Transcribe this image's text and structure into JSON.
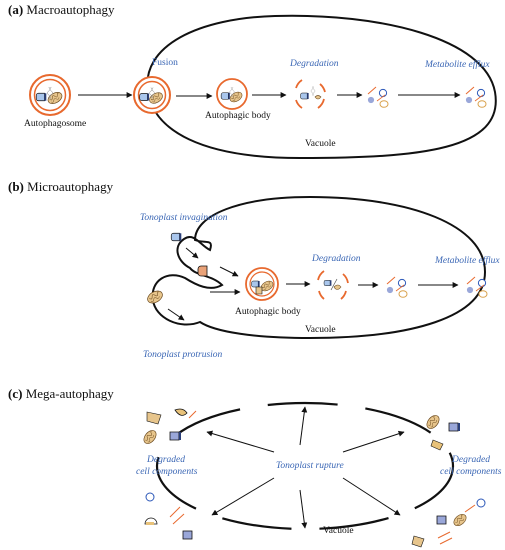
{
  "sections": {
    "a": {
      "title_bold": "(a)",
      "title_rest": " Macroautophagy"
    },
    "b": {
      "title_bold": "(b)",
      "title_rest": " Microautophagy"
    },
    "c": {
      "title_bold": "(c)",
      "title_rest": " Mega-autophagy"
    }
  },
  "labels": {
    "autophagosome": "Autophagosome",
    "fusion": "Fusion",
    "autophagic_body_a": "Autophagic body",
    "degradation_a": "Degradation",
    "metabolite_efflux_a": "Metabolite efflux",
    "vacuole_a": "Vacuole",
    "tonoplast_invagination": "Tonoplast invagination",
    "tonoplast_protrusion": "Tonoplast protrusion",
    "autophagic_body_b": "Autophagic body",
    "degradation_b": "Degradation",
    "metabolite_efflux_b": "Metabolite efflux",
    "vacuole_b": "Vacuole",
    "tonoplast_rupture": "Tonoplast rupture",
    "degraded_left_1": "Degraded",
    "degraded_left_2": "cell components",
    "degraded_right_1": "Degraded",
    "degraded_right_2": "cell components",
    "vacuole_c": "Vacuole"
  },
  "colors": {
    "membrane": "#e8692e",
    "mito_fill": "#e7c58c",
    "chloro_fill": "#a9c6ec",
    "ribosome": "#9aa7d9",
    "text_blue": "#3b67b5",
    "outline": "#111111",
    "fragment_orange": "#e8692e"
  }
}
